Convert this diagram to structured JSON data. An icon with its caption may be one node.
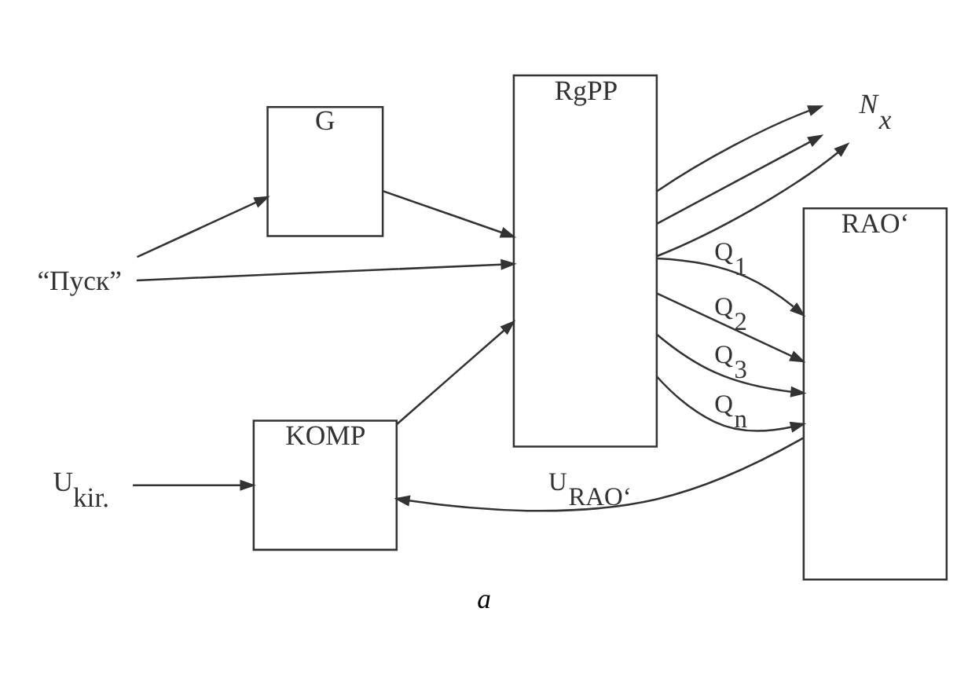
{
  "diagram": {
    "caption": "a",
    "nodes": [
      {
        "text": [
          "KOMP"
        ]
      },
      {
        "text": [
          "RgPP"
        ]
      },
      {
        "text": [
          "G"
        ]
      },
      {
        "text": [
          "RAO‘"
        ]
      },
      {
        "text": [
          "U$_{kir.}$"
        ]
      },
      {
        "text": [
          "“Пуск”"
        ]
      },
      {
        "text": [
          "N$_{x}$"
        ]
      }
    ],
    "edges": [
      {
        "from": 0,
        "to": 1,
        "arrow": "to"
      },
      {
        "from": 5,
        "to": 2,
        "arrow": "to"
      },
      {
        "from": 5,
        "to": 1,
        "arrow": "to"
      },
      {
        "from": 2,
        "to": 1,
        "arrow": "to"
      },
      {
        "from": 4,
        "to": 0,
        "arrow": "to"
      },
      {
        "from": 3,
        "to": 0,
        "arrow": "to",
        "label": "U$_{RAO‘}$"
      },
      {
        "from": 1,
        "to": 3,
        "arrow": "to",
        "label": "Q$_{1}$"
      },
      {
        "from": 1,
        "to": 3,
        "arrow": "to",
        "label": "Q$_{2}$"
      },
      {
        "from": 1,
        "to": 3,
        "arrow": "to",
        "label": "Q$_{3}$"
      },
      {
        "from": 1,
        "to": 3,
        "arrow": "to",
        "label": "Q$_{n}$"
      },
      {
        "from": 1,
        "to": 6,
        "arrow": "to"
      },
      {
        "from": 1,
        "to": 6,
        "arrow": "to"
      },
      {
        "from": 1,
        "to": 6,
        "arrow": "to"
      }
    ]
  }
}
